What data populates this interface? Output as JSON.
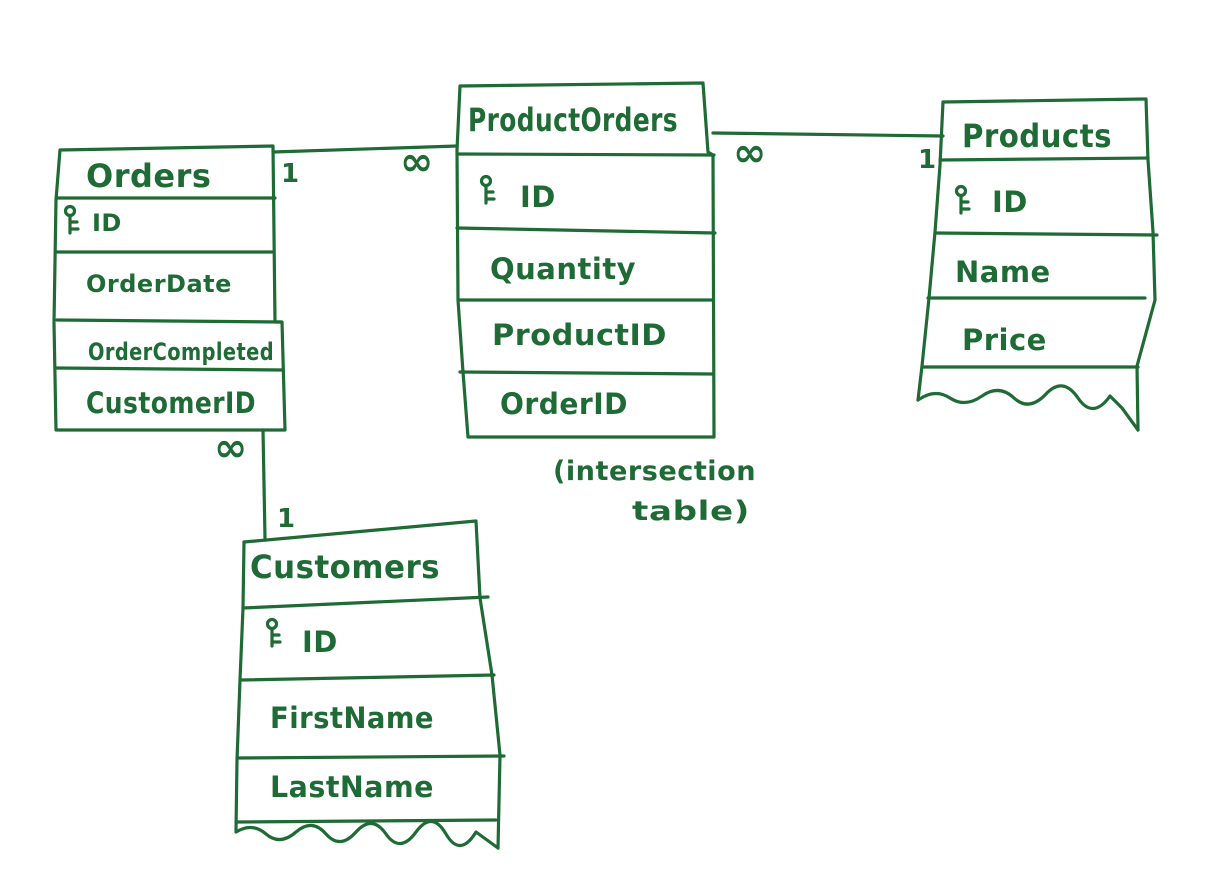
{
  "colors": {
    "ink": "#1f6b35",
    "background": "#ffffff"
  },
  "entities": {
    "orders": {
      "name": "Orders",
      "fields": {
        "id": "ID",
        "order_date": "OrderDate",
        "order_completed": "OrderCompleted",
        "customer_id": "CustomerID"
      }
    },
    "product_orders": {
      "name": "ProductOrders",
      "fields": {
        "id": "ID",
        "quantity": "Quantity",
        "product_id": "ProductID",
        "order_id": "OrderID"
      }
    },
    "products": {
      "name": "Products",
      "fields": {
        "id": "ID",
        "name": "Name",
        "price": "Price"
      }
    },
    "customers": {
      "name": "Customers",
      "fields": {
        "id": "ID",
        "first_name": "FirstName",
        "last_name": "LastName"
      }
    }
  },
  "relationships": [
    {
      "from": "Orders",
      "to": "ProductOrders",
      "from_card": "1",
      "to_card": "∞"
    },
    {
      "from": "ProductOrders",
      "to": "Products",
      "from_card": "∞",
      "to_card": "1"
    },
    {
      "from": "Orders",
      "to": "Customers",
      "from_card": "∞",
      "to_card": "1"
    }
  ],
  "icons": {
    "primary_key": "key-icon"
  },
  "annotation": {
    "line1": "(intersection",
    "line2": "table)"
  }
}
